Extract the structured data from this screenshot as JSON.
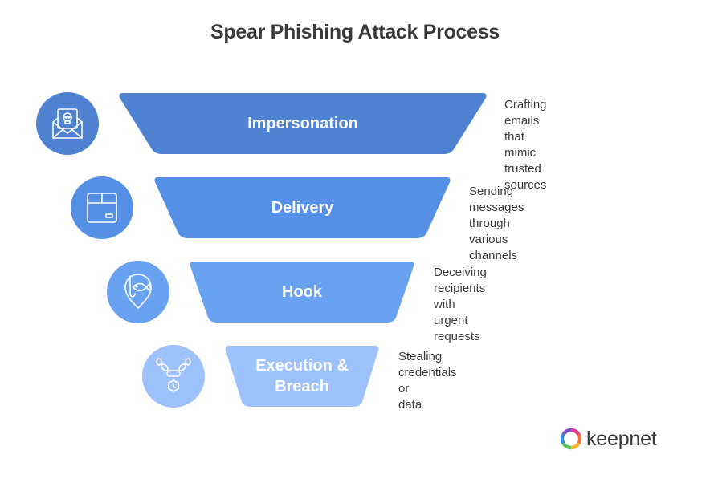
{
  "title": "Spear Phishing Attack Process",
  "stages": [
    {
      "label": "Impersonation",
      "description": "Crafting emails that\nmimic trusted sources",
      "icon": "envelope-skull-icon",
      "color": "#4f83d1",
      "circle_color": "#4f83d1"
    },
    {
      "label": "Delivery",
      "description": "Sending messages\nthrough various\nchannels",
      "icon": "package-box-icon",
      "color": "#5590e6",
      "circle_color": "#5590e6"
    },
    {
      "label": "Hook",
      "description": "Deceiving recipients\nwith urgent requests",
      "icon": "fishing-hook-icon",
      "color": "#6aa2f2",
      "circle_color": "#6aa2f2"
    },
    {
      "label": "Execution &\nBreach",
      "description": "Stealing credentials or\ndata",
      "icon": "broken-chain-icon",
      "color": "#9dc1fa",
      "circle_color": "#9dc1fa"
    }
  ],
  "brand": {
    "name": "keepnet",
    "icon": "keepnet-logo-icon"
  }
}
